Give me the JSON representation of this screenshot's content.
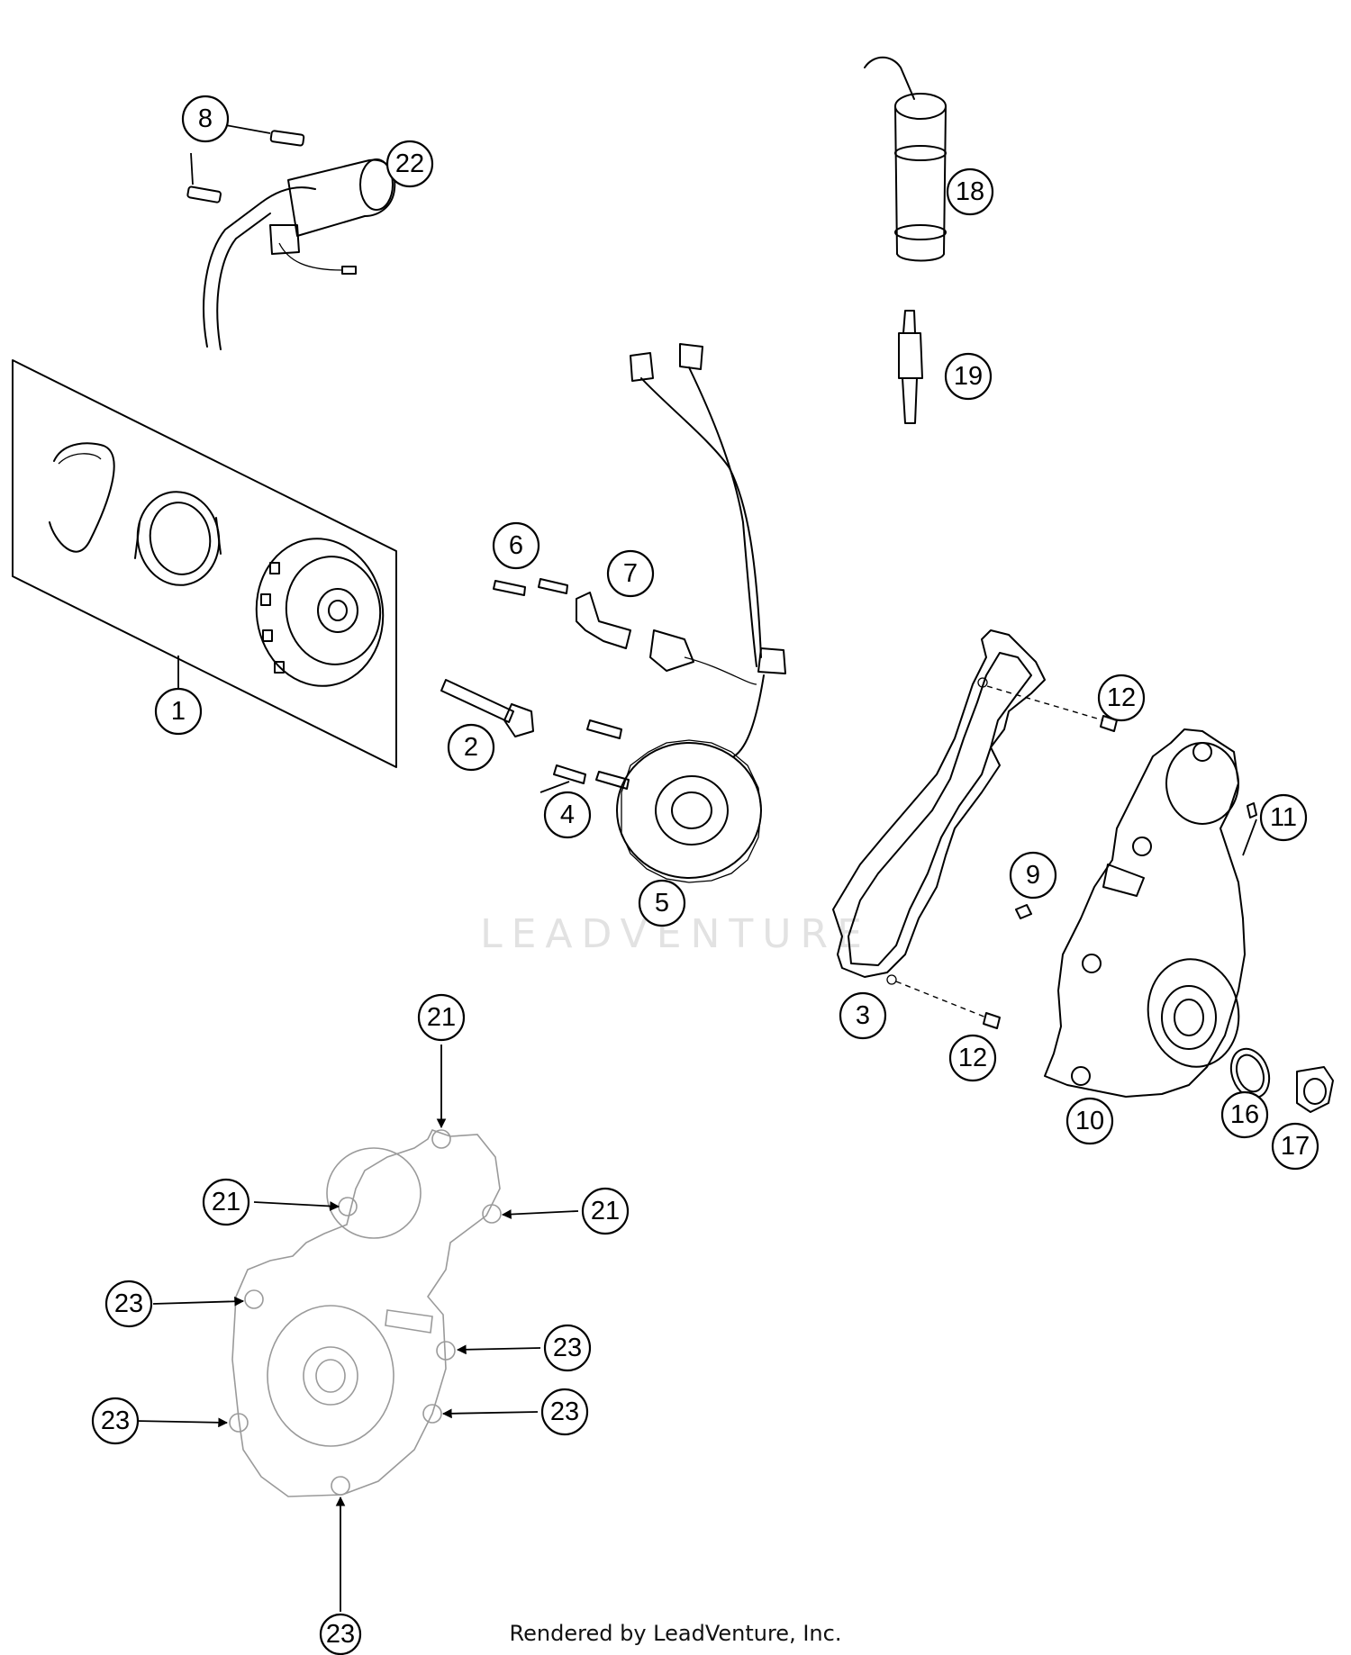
{
  "watermark": "LEADVENTURE",
  "footer": "Rendered by LeadVenture, Inc.",
  "callouts": {
    "c1": "1",
    "c2": "2",
    "c3": "3",
    "c4": "4",
    "c5": "5",
    "c6": "6",
    "c7": "7",
    "c8": "8",
    "c9": "9",
    "c10": "10",
    "c11": "11",
    "c12a": "12",
    "c12b": "12",
    "c16": "16",
    "c17": "17",
    "c18": "18",
    "c19": "19",
    "c21a": "21",
    "c21b": "21",
    "c21c": "21",
    "c22": "22",
    "c23a": "23",
    "c23b": "23",
    "c23c": "23",
    "c23d": "23",
    "c23e": "23"
  }
}
